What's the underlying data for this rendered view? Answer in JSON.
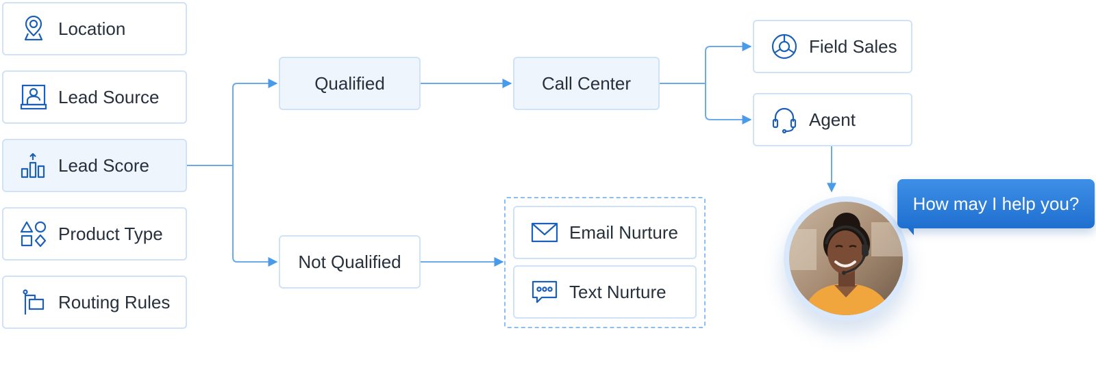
{
  "criteria": [
    {
      "label": "Location",
      "icon": "location-pin-icon"
    },
    {
      "label": "Lead Source",
      "icon": "lead-source-icon"
    },
    {
      "label": "Lead Score",
      "icon": "bar-chart-icon"
    },
    {
      "label": "Product Type",
      "icon": "shapes-icon"
    },
    {
      "label": "Routing Rules",
      "icon": "flag-icon"
    }
  ],
  "branches": {
    "qualified": "Qualified",
    "not_qualified": "Not Qualified",
    "call_center": "Call Center"
  },
  "destinations": {
    "field_sales": "Field Sales",
    "agent": "Agent"
  },
  "nurture": {
    "email": "Email Nurture",
    "text": "Text Nurture"
  },
  "chat_bubble": "How may I help you?",
  "colors": {
    "accent": "#4a9aea",
    "icon": "#1b5fb8",
    "node_border": "#cfe2f8",
    "highlight_bg": "#eef5fd",
    "bubble": "#2a7ddb"
  }
}
